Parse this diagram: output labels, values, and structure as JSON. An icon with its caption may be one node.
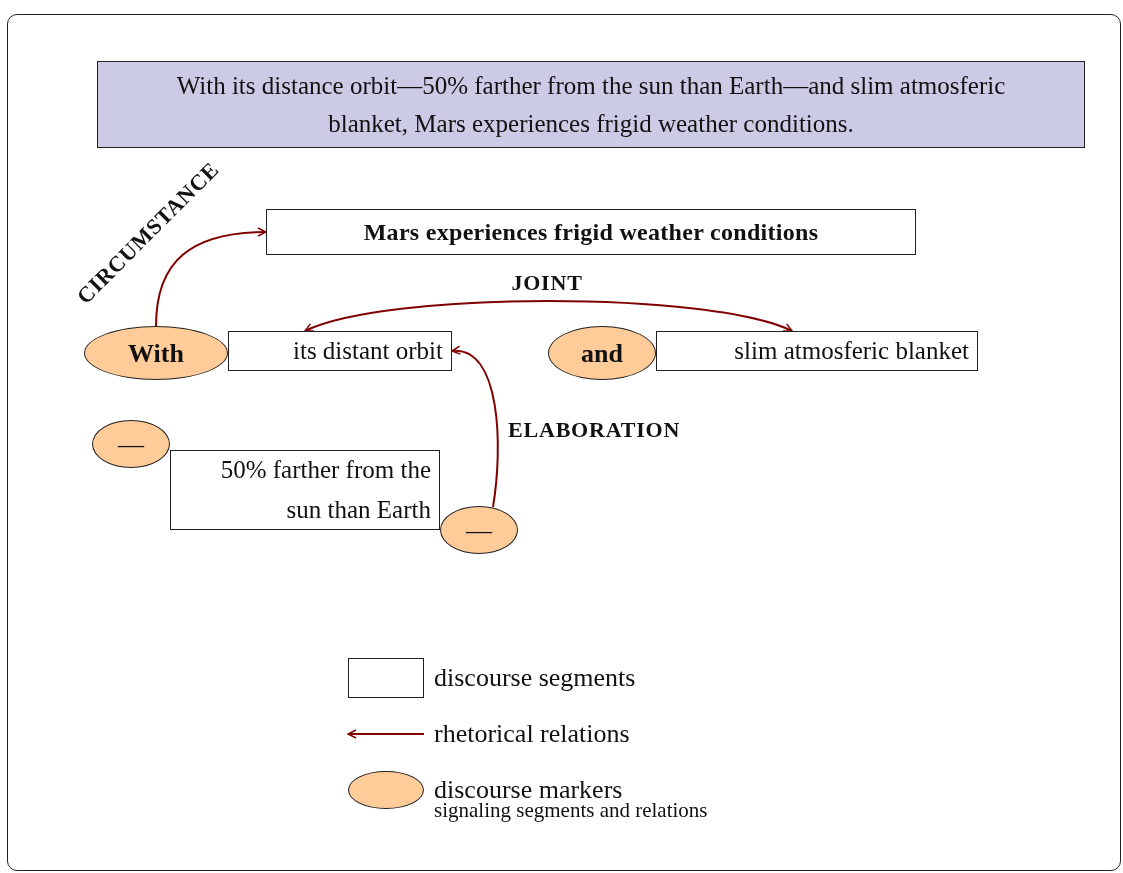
{
  "diagram": {
    "nodes": [
      {
        "text": [
          "With its distance orbit—50% farther from the sun than Earth—and slim atmosferic blanket, Mars experiences frigid weather conditions."
        ]
      },
      {
        "text": [
          "Mars experiences frigid weather conditions"
        ]
      },
      {
        "text": [
          "With"
        ]
      },
      {
        "text": [
          "its distant orbit"
        ]
      },
      {
        "text": [
          "and"
        ]
      },
      {
        "text": [
          "slim atmosferic blanket"
        ]
      },
      {
        "text": [
          "—"
        ]
      },
      {
        "text": [
          "50% farther from the sun than Earth"
        ]
      },
      {
        "text": [
          "—"
        ]
      }
    ],
    "edges": [
      {
        "from": 2,
        "to": 1,
        "arrow": "to",
        "label": "CIRCUMSTANCE"
      },
      {
        "from": 3,
        "to": 5,
        "arrow": "both",
        "label": "JOINT"
      },
      {
        "from": 8,
        "to": 3,
        "arrow": "to",
        "label": "ELABORATION"
      }
    ],
    "labels": [
      "signaling segments and relations"
    ],
    "legend": [
      {
        "text": "discourse segments"
      },
      {
        "text": "rhetorical relations"
      },
      {
        "text": "discourse markers",
        "color": "#ffcc99"
      }
    ]
  }
}
